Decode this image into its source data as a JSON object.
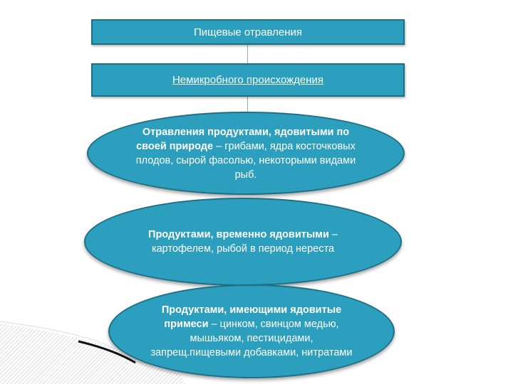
{
  "top_box": "Пищевые отравления",
  "second_box": "Немикробного происхождения",
  "ellipses": [
    {
      "bold": "Отравления продуктами, ядовитыми по своей природе",
      "normal": " – грибами, ядра косточковых плодов, сырой фасолью, некоторыми видами рыб."
    },
    {
      "bold": "Продуктами, временно ядовитыми",
      "normal": " – картофелем, рыбой в период нереста"
    },
    {
      "bold": "Продуктами, имеющими ядовитые примеси",
      "normal": " – цинком, свинцом медью, мышьяком, пестицидами, запрещ.пищевыми добавками, нитратами"
    }
  ],
  "colors": {
    "fill": "#2b9fbd",
    "border": "#1d6f86"
  }
}
